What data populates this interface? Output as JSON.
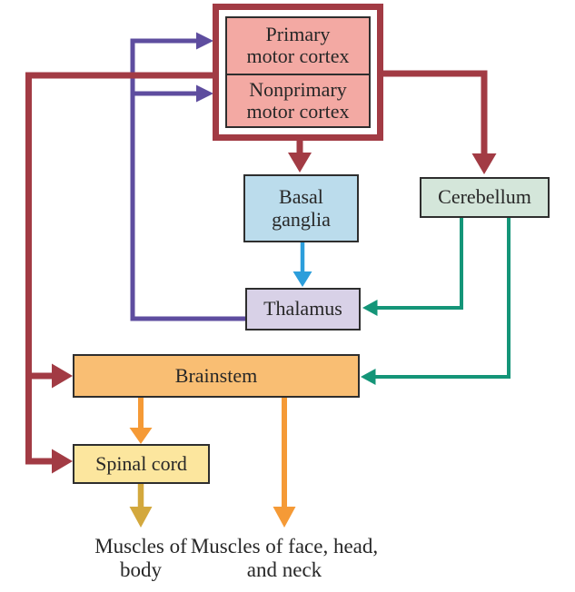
{
  "figure": {
    "nodes": {
      "primary_motor_cortex": {
        "lines": [
          "Primary",
          "motor cortex"
        ]
      },
      "nonprimary_motor_cortex": {
        "lines": [
          "Nonprimary",
          "motor cortex"
        ]
      },
      "basal_ganglia": {
        "lines": [
          "Basal",
          "ganglia"
        ]
      },
      "cerebellum": {
        "label": "Cerebellum"
      },
      "thalamus": {
        "label": "Thalamus"
      },
      "brainstem": {
        "label": "Brainstem"
      },
      "spinal_cord": {
        "label": "Spinal cord"
      },
      "muscles_of_body": {
        "lines": [
          "Muscles",
          "of body"
        ]
      },
      "muscles_of_face": {
        "lines": [
          "Muscles of face,",
          "head, and neck"
        ]
      }
    },
    "edges": [
      {
        "from": "Thalamus",
        "to": "Primary motor cortex",
        "color_name": "purple"
      },
      {
        "from": "Thalamus",
        "to": "Nonprimary motor cortex",
        "color_name": "purple"
      },
      {
        "from": "Motor cortex",
        "to": "Basal ganglia",
        "color_name": "maroon"
      },
      {
        "from": "Motor cortex",
        "to": "Cerebellum",
        "color_name": "maroon"
      },
      {
        "from": "Motor cortex",
        "to": "Brainstem",
        "color_name": "maroon"
      },
      {
        "from": "Motor cortex",
        "to": "Spinal cord",
        "color_name": "maroon"
      },
      {
        "from": "Basal ganglia",
        "to": "Thalamus",
        "color_name": "blue"
      },
      {
        "from": "Cerebellum",
        "to": "Thalamus",
        "color_name": "teal"
      },
      {
        "from": "Cerebellum",
        "to": "Brainstem",
        "color_name": "teal"
      },
      {
        "from": "Brainstem",
        "to": "Spinal cord",
        "color_name": "orange"
      },
      {
        "from": "Brainstem",
        "to": "Muscles of face, head, and neck",
        "color_name": "orange"
      },
      {
        "from": "Spinal cord",
        "to": "Muscles of body",
        "color_name": "gold"
      }
    ]
  },
  "colors": {
    "maroon": "#A23B44",
    "purple": "#5E4D9F",
    "blue": "#2C9EDB",
    "teal": "#149578",
    "orange": "#F59A36",
    "gold": "#D3A83D",
    "pink": "#F3A9A3",
    "blue_box": "#BBDCEC",
    "lavender": "#D8D1E7",
    "green_box": "#D4E6DA",
    "orange_box": "#F9BE73",
    "yellow_box": "#FCE69E",
    "border": "#2E2E2E",
    "text": "#272727",
    "bg": "#FFFFFF"
  }
}
